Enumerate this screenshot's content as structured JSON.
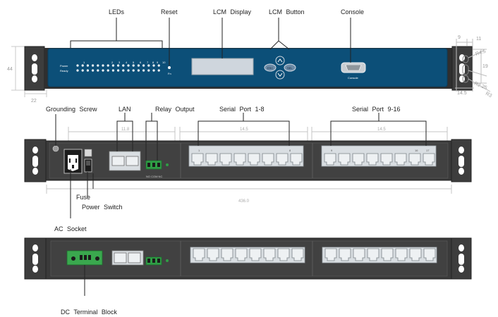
{
  "front_labels": {
    "leds": "LEDs",
    "reset": "Reset",
    "lcm_display": "LCM  Display",
    "lcm_button": "LCM  Button",
    "console": "Console"
  },
  "rear_labels": {
    "grounding_screw": "Grounding  Screw",
    "lan": "LAN",
    "relay_output": "Relay  Output",
    "serial_port_1_8": "Serial  Port  1-8",
    "serial_port_9_16": "Serial  Port  9-16",
    "fuse": "Fuse",
    "power_switch": "Power  Switch",
    "ac_socket": "AC  Socket"
  },
  "dc_labels": {
    "dc_terminal_block": "DC  Terminal  Block"
  },
  "front_panel": {
    "led_row1_label": "Power",
    "led_row2_label": "Ready",
    "led_numbers": [
      "1",
      "2",
      "3",
      "4",
      "5",
      "6",
      "7",
      "8",
      "9",
      "10"
    ],
    "fn_label": "Fn",
    "console_label": "Console",
    "esc_label": "ESC",
    "sel_label": "SEL"
  },
  "dimensions": {
    "height_44": "44",
    "width_22": "22",
    "lan_span": "11.8",
    "serial_span_1": "14.5",
    "serial_span_2": "14.5",
    "total_width": "436.0",
    "side_9": "9",
    "side_11": "11",
    "side_19": "19",
    "side_14_5": "14.5",
    "r5": "R4.5",
    "r2_25": "R2.25",
    "r3": "R3"
  },
  "port_numbers": {
    "serial_1_first": "1",
    "serial_1_last": "8",
    "serial_2_first": "9",
    "serial_2_mid": "16",
    "serial_2_last": "17",
    "lan_labels": "L    LAN1    LAN",
    "relay_labels": "NO  COM  NC"
  },
  "colors": {
    "front_panel": "#0c4f78",
    "chassis": "#3a3a3a",
    "ear": "#3d3d3d",
    "port_plate": "#d9dee2",
    "dimension_line": "#bdbdbd",
    "terminal_green": "#2f9e45"
  }
}
